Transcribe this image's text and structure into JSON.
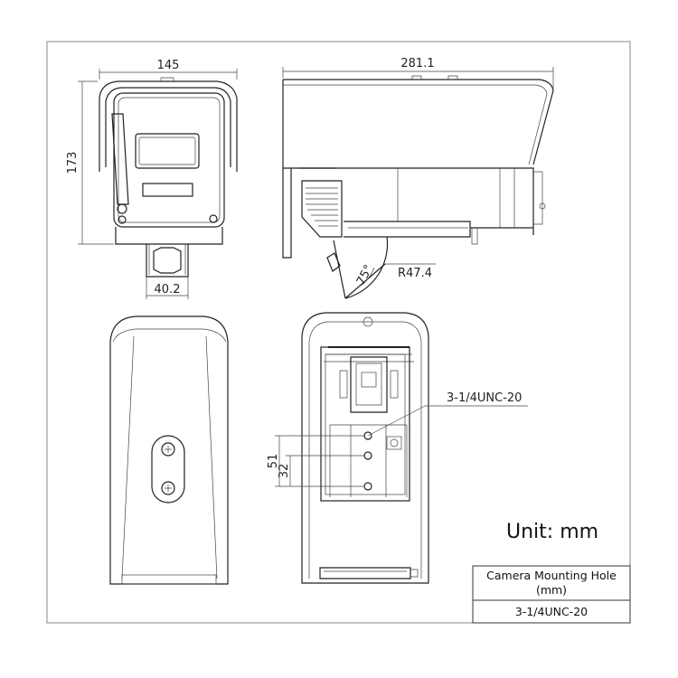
{
  "dimensions": {
    "width": "145",
    "height": "173",
    "length": "281.1",
    "mount_width": "40.2",
    "tilt_angle": "75°",
    "radius": "R47.4",
    "hole_spacing_outer": "51",
    "hole_spacing_inner": "32",
    "thread": "3-1/4UNC-20"
  },
  "unit_label": "Unit: mm",
  "table": {
    "header_line1": "Camera Mounting Hole",
    "header_line2": "(mm)",
    "value": "3-1/4UNC-20"
  }
}
